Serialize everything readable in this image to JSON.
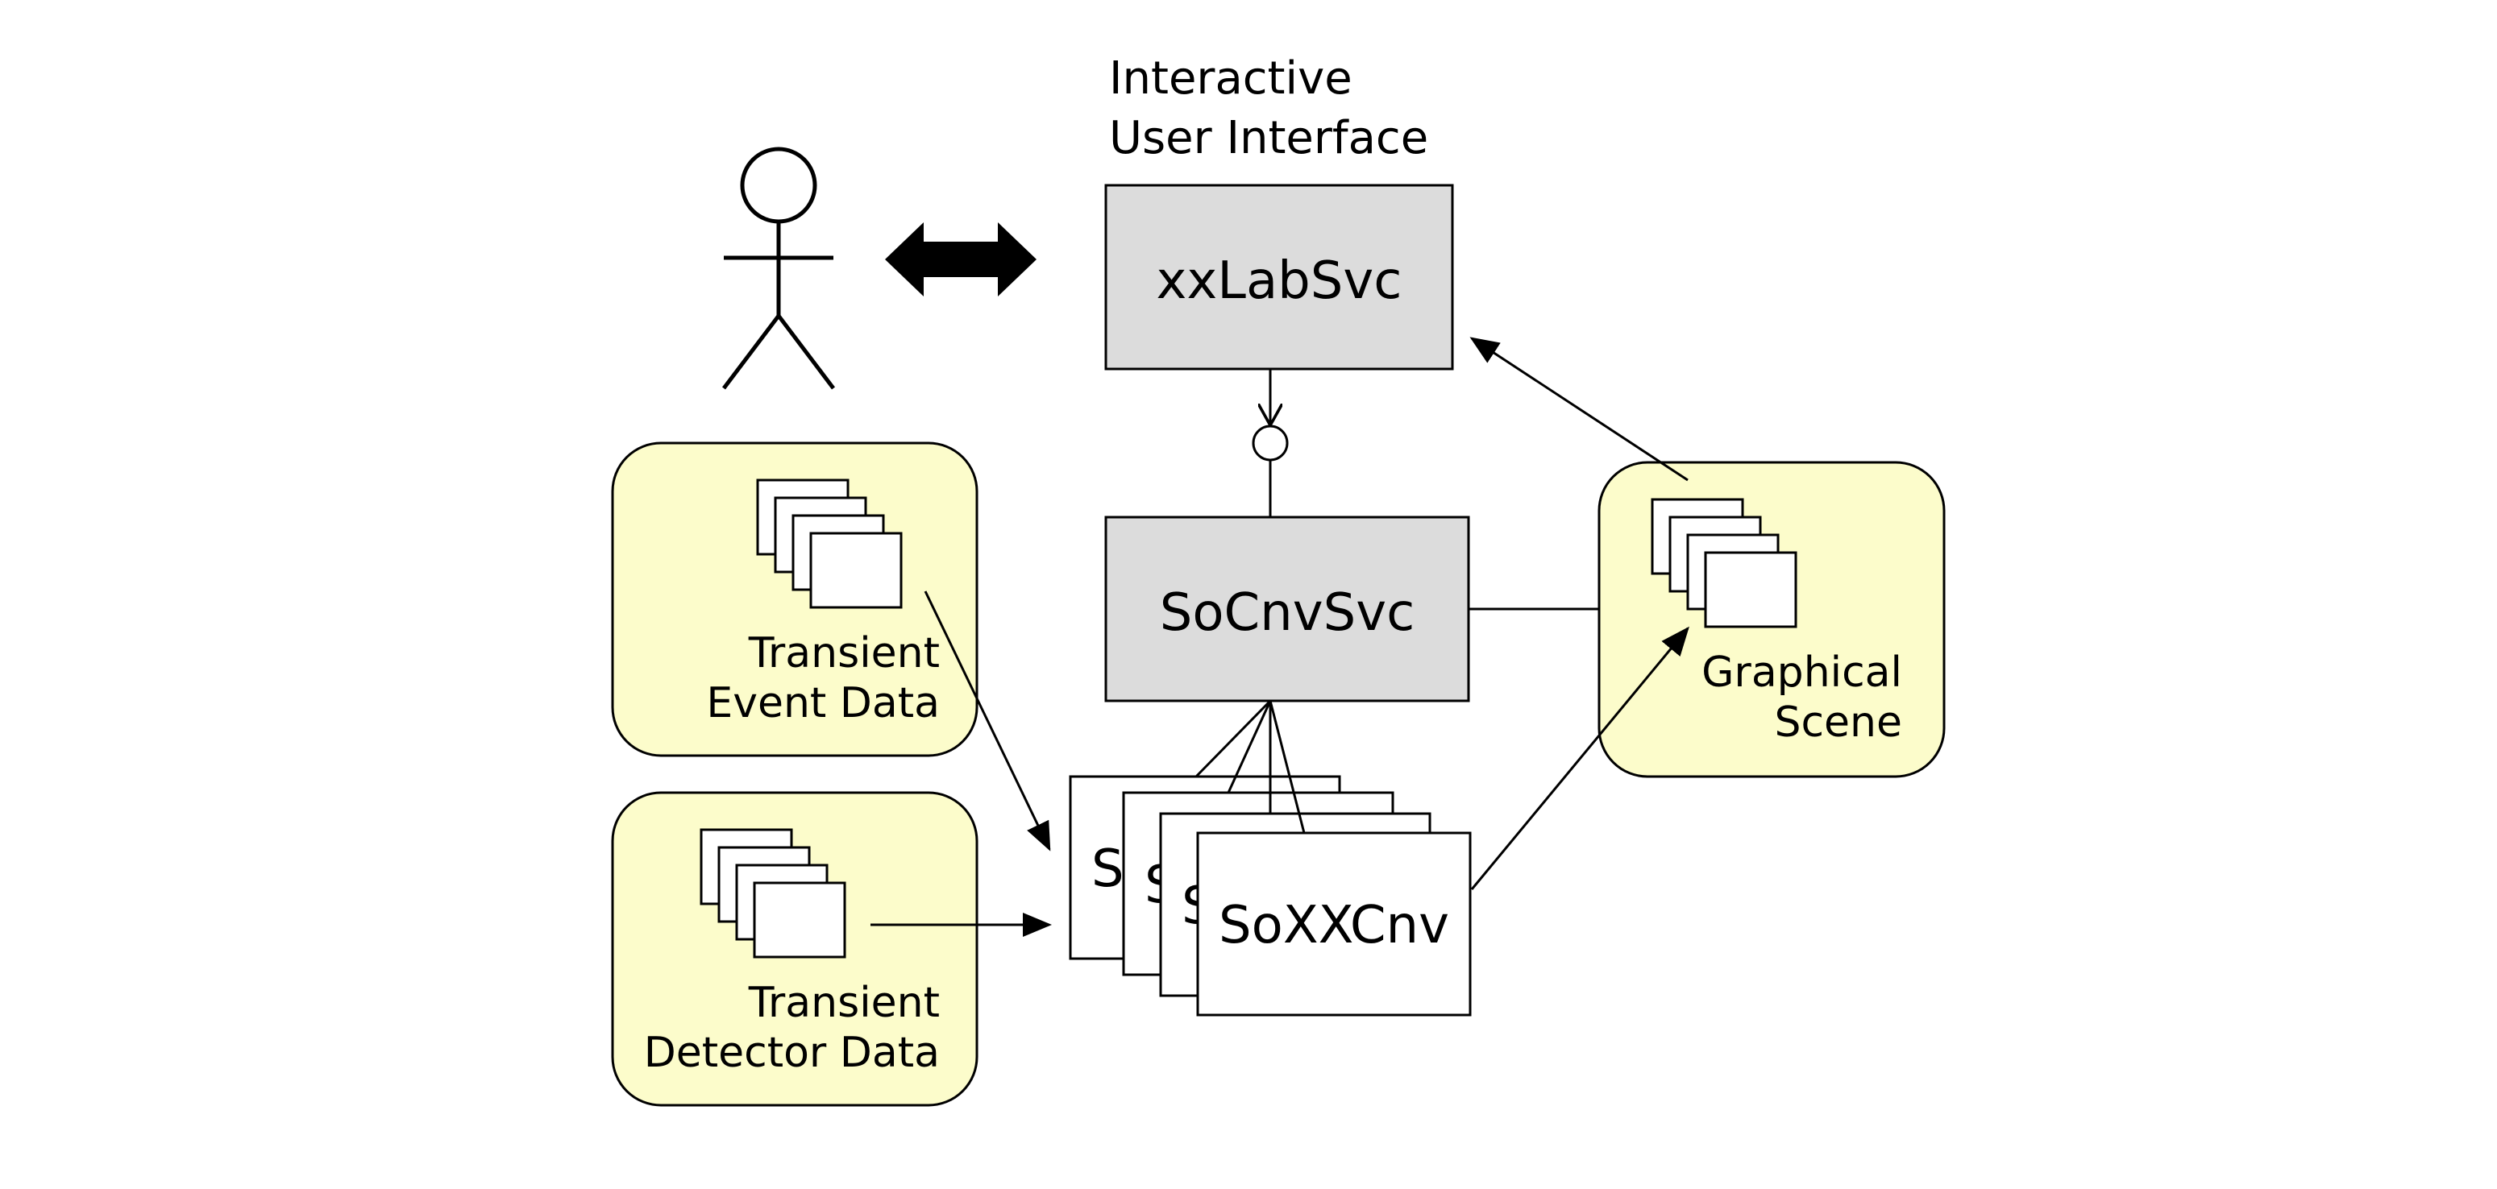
{
  "title": {
    "line1": "Interactive",
    "line2": "User Interface"
  },
  "nodes": {
    "lab_service": "xxLabSvc",
    "cnv_service": "SoCnvSvc",
    "converter_front": "SoXXCnv",
    "converter_back_1": "S",
    "converter_back_2": "S",
    "converter_back_3": "S"
  },
  "stores": {
    "event": {
      "line1": "Transient",
      "line2": "Event Data"
    },
    "detector": {
      "line1": "Transient",
      "line2": "Detector Data"
    },
    "scene": {
      "line1": "Graphical",
      "line2": "Scene"
    }
  },
  "icons": {
    "user": "stick-figure-icon",
    "interaction": "double-arrow-icon",
    "interface": "lollipop-interface-icon",
    "data_stack": "stacked-pages-icon"
  },
  "colors": {
    "service_fill": "#dcdcdc",
    "store_fill": "#fcfccb",
    "line": "#000000",
    "converter_fill": "#ffffff"
  }
}
